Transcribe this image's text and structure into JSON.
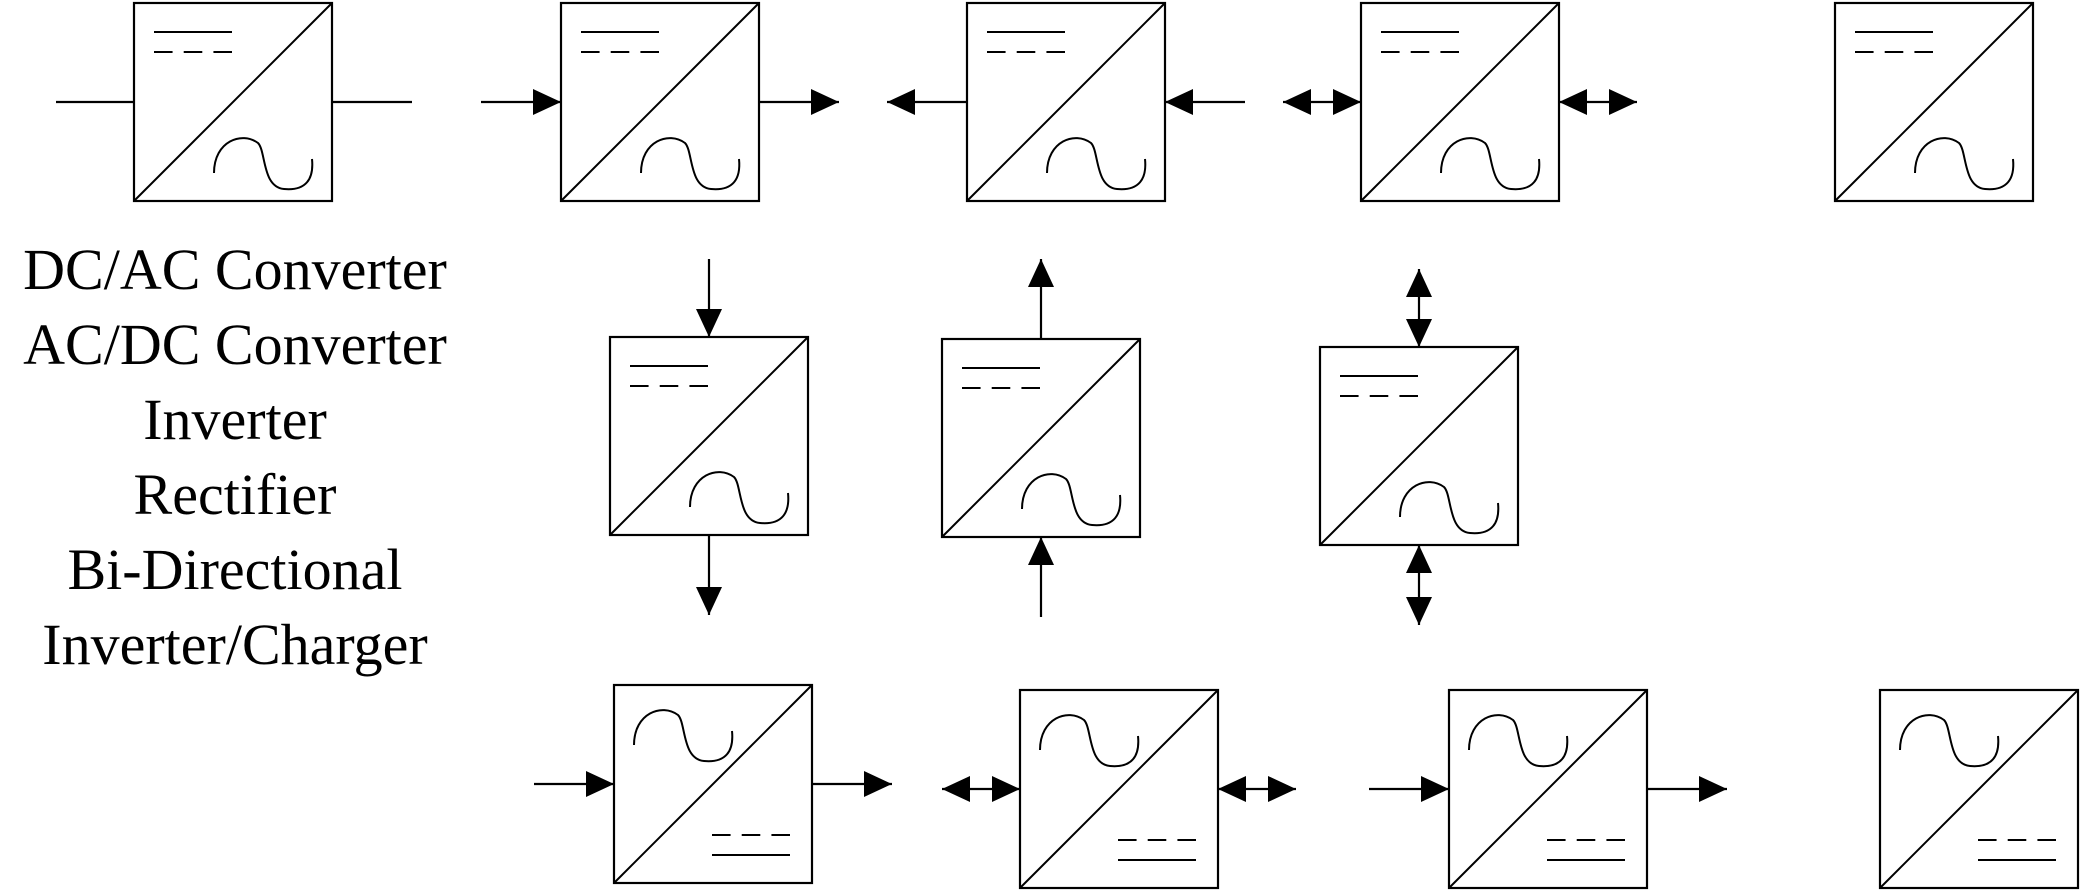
{
  "labels": [
    "DC/AC Converter",
    "AC/DC Converter",
    "Inverter",
    "Rectifier",
    "Bi-Directional",
    "Inverter/Charger"
  ],
  "symbols": [
    {
      "id": "dc-ac-plain",
      "type": "dc-ac",
      "connection": "plain-lines"
    },
    {
      "id": "dc-ac-right",
      "type": "dc-ac",
      "connection": "arrows-right"
    },
    {
      "id": "dc-ac-left",
      "type": "dc-ac",
      "connection": "arrows-left"
    },
    {
      "id": "dc-ac-bidir",
      "type": "dc-ac",
      "connection": "arrows-bidirectional"
    },
    {
      "id": "dc-ac-none",
      "type": "dc-ac",
      "connection": "none"
    },
    {
      "id": "dc-ac-down",
      "type": "dc-ac",
      "connection": "arrows-down"
    },
    {
      "id": "dc-ac-up",
      "type": "dc-ac",
      "connection": "arrows-up"
    },
    {
      "id": "dc-ac-vertical-bidir",
      "type": "dc-ac",
      "connection": "arrows-vertical-bidirectional"
    },
    {
      "id": "ac-dc-right",
      "type": "ac-dc",
      "connection": "arrows-right"
    },
    {
      "id": "ac-dc-bidir",
      "type": "ac-dc",
      "connection": "arrows-bidirectional"
    },
    {
      "id": "ac-dc-right-2",
      "type": "ac-dc",
      "connection": "arrows-right"
    },
    {
      "id": "ac-dc-none",
      "type": "ac-dc",
      "connection": "none"
    }
  ],
  "colors": {
    "stroke": "#000000",
    "background": "#ffffff"
  }
}
